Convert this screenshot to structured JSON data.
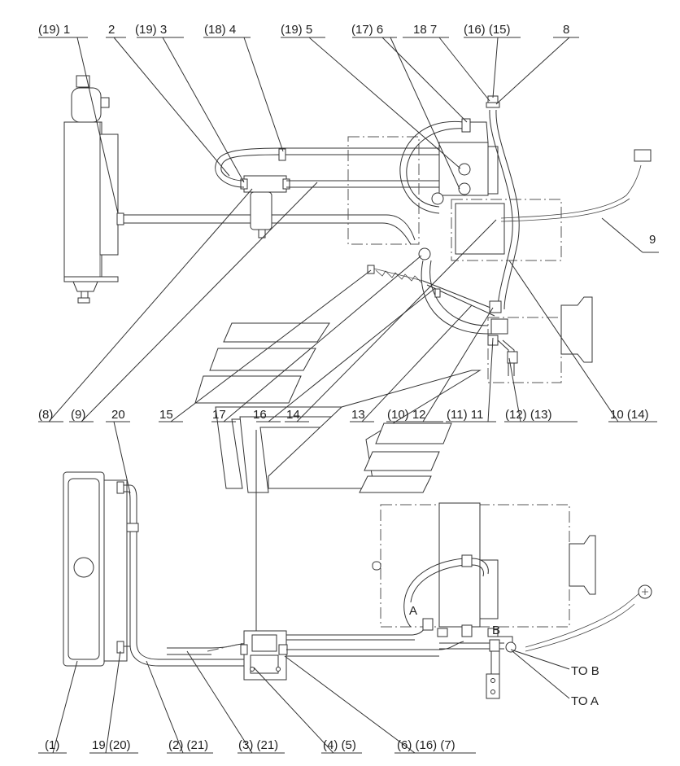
{
  "top_labels": [
    "(19) 1",
    "2",
    "(19) 3",
    "(18) 4",
    "(19) 5",
    "(17) 6",
    "18 7",
    "(16) (15)",
    "8"
  ],
  "right_labels": [
    "9",
    "10 (14)"
  ],
  "middle_labels": [
    "(8)",
    "(9)",
    "15",
    "17",
    "16",
    "14",
    "13",
    "(10) 12",
    "(11) 11",
    "(12) (13)"
  ],
  "lower_label": "20",
  "bottom_labels": [
    "(1)",
    "19 (20)",
    "(2) (21)",
    "(3) (21)",
    "(4) (5)",
    "(6) (16) (7)"
  ],
  "port_labels": [
    "A",
    "B"
  ],
  "callouts": [
    "TO B",
    "TO A"
  ]
}
